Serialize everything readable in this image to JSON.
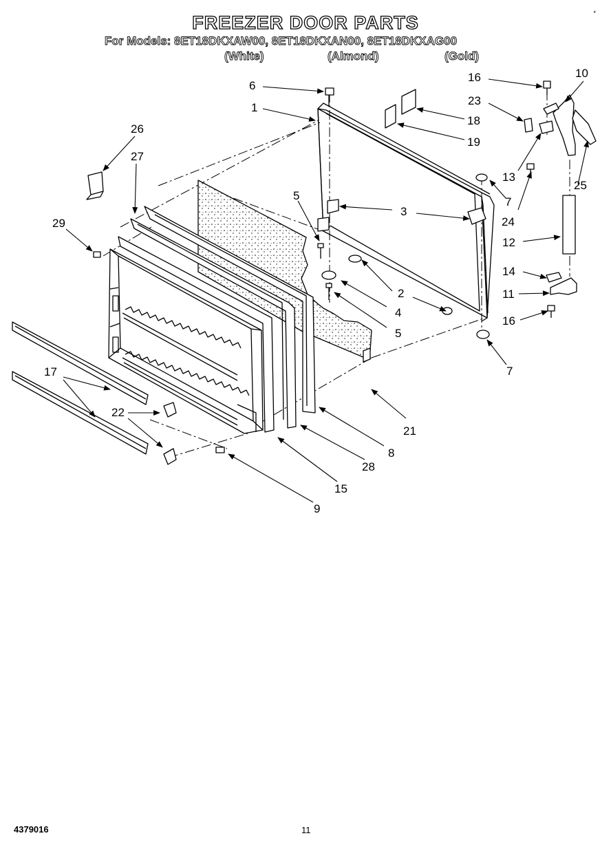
{
  "header": {
    "title": "FREEZER DOOR PARTS",
    "models_line": "For Models: 8ET18DKXAW00, 8ET18DKXAN00, 8ET18DKXAG00",
    "finishes": [
      "(White)",
      "(Almond)",
      "(Gold)"
    ]
  },
  "corner_mark": "*",
  "callouts": {
    "c1": "1",
    "c2": "2",
    "c3": "3",
    "c4": "4",
    "c5a": "5",
    "c5b": "5",
    "c6": "6",
    "c7a": "7",
    "c7b": "7",
    "c8": "8",
    "c9": "9",
    "c10": "10",
    "c11": "11",
    "c12": "12",
    "c13": "13",
    "c14": "14",
    "c15": "15",
    "c16a": "16",
    "c16b": "16",
    "c17": "17",
    "c18": "18",
    "c19": "19",
    "c21": "21",
    "c22": "22",
    "c23": "23",
    "c24": "24",
    "c25": "25",
    "c26": "26",
    "c27": "27",
    "c28": "28",
    "c29": "29"
  },
  "footer": {
    "doc_number": "4379016",
    "page_number": "11"
  }
}
